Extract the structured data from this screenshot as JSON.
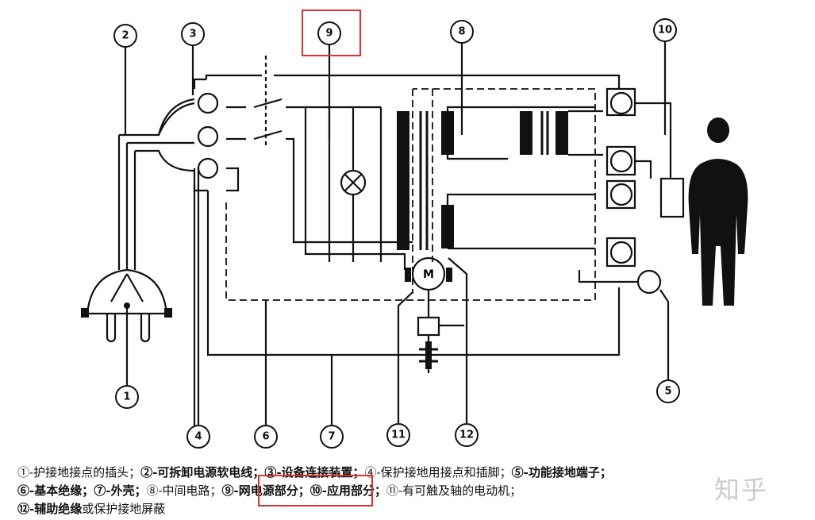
{
  "callouts": [
    "1",
    "2",
    "3",
    "4",
    "5",
    "6",
    "7",
    "8",
    "9",
    "10",
    "11",
    "12"
  ],
  "motor_label": "M",
  "caption": {
    "line1": [
      "①-护接地接点的插头；",
      "②-可拆卸电源软电线；",
      "③-设备连接装置；",
      "④-保护接地用接点和插脚；",
      "⑤-功能接地端子；"
    ],
    "line2": [
      "⑥-基本绝缘；",
      "⑦-外壳；",
      "⑧-中间电路；",
      "⑨-网电源部分；",
      "⑩-应用部分；",
      "⑪-有可触及轴的电动机；"
    ],
    "line3": [
      "⑫-辅助绝缘",
      "或保护接地屏蔽"
    ]
  },
  "highlight_color": "#e03030",
  "watermark": "知乎"
}
